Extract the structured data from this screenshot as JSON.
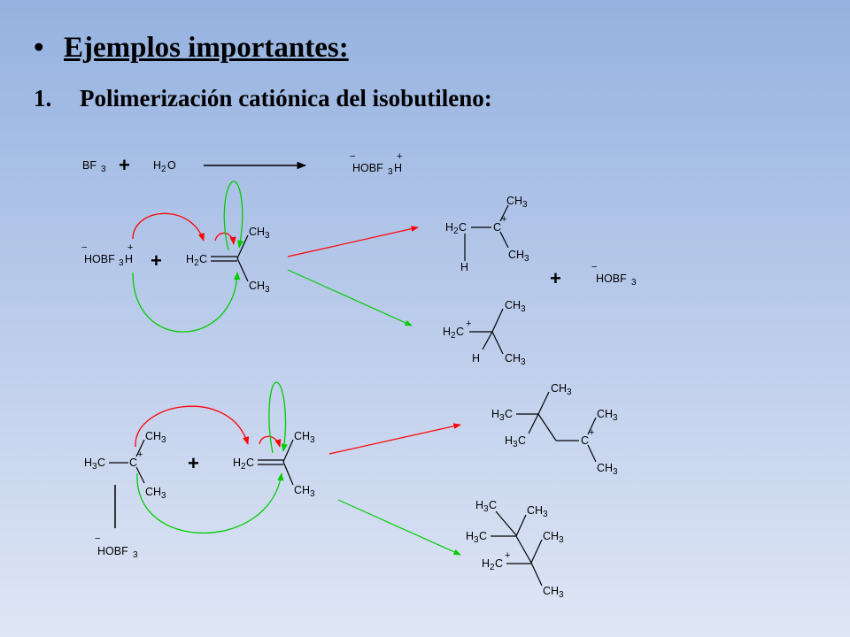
{
  "heading": {
    "bullet": "•",
    "title": "Ejemplos importantes:"
  },
  "subheading": {
    "number": "1.",
    "text": "Polimerización catiónica del isobutileno:"
  },
  "scheme": {
    "reagents": {
      "bf3": "BF",
      "bf3_sub": "3",
      "water": "H",
      "water_sub": "2",
      "water_o": "O",
      "plus": "+"
    },
    "hobf3": {
      "text": "HOBF",
      "sub": "3",
      "h": "H",
      "minus": "−",
      "plus": "+"
    },
    "isobutylene": {
      "h2c": "H",
      "h2c_sub": "2",
      "c": "C",
      "ch3": "CH",
      "ch3_sub": "3"
    },
    "cation": {
      "h2c": "H",
      "sub2": "2",
      "c": "C",
      "h": "H",
      "h3c": "H",
      "sub3": "3",
      "ch3": "CH",
      "plus": "+"
    },
    "dimer": {
      "h3c": "H",
      "ch3": "CH",
      "c": "C",
      "sub3": "3",
      "sub2": "2",
      "plus": "+"
    },
    "colors": {
      "arrow_black": "#000000",
      "arrow_red": "#ff0000",
      "arrow_green": "#00cc00"
    }
  }
}
